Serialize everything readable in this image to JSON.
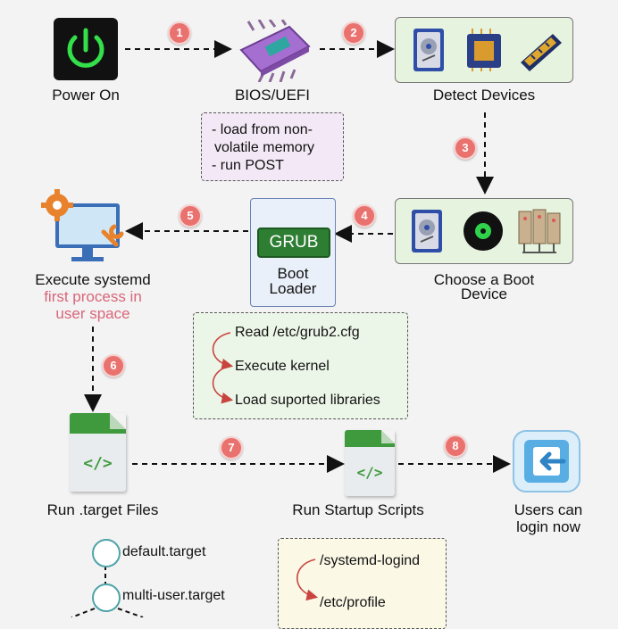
{
  "steps": {
    "power_on": "Power On",
    "bios": "BIOS/UEFI",
    "detect": "Detect Devices",
    "choose_line1": "Choose a Boot",
    "choose_line2": "Device",
    "grub_label": "GRUB",
    "boot_line1": "Boot",
    "boot_line2": "Loader",
    "systemd": "Execute systemd",
    "systemd_sub1": "first process in",
    "systemd_sub2": "user space",
    "run_target": "Run .target Files",
    "run_startup": "Run Startup Scripts",
    "users_line1": "Users can",
    "users_line2": "login now"
  },
  "badges": [
    "1",
    "2",
    "3",
    "4",
    "5",
    "6",
    "7",
    "8"
  ],
  "bios_note": [
    "- load from non-",
    "volatile memory",
    "- run POST"
  ],
  "grub_note": [
    "Read /etc/grub2.cfg",
    "Execute kernel",
    "Load suported libraries"
  ],
  "targets": [
    "default.target",
    "multi-user.target"
  ],
  "startup_note": [
    "/systemd-logind",
    "/etc/profile"
  ],
  "file_code": "</>",
  "colors": {
    "badge": "#e9726f",
    "systemd_sub": "#d9667a",
    "green": "#3f9a3d",
    "note_purple": "#f3e9f6",
    "note_green": "#ecf6e8",
    "note_yellow": "#fbf8e6"
  },
  "icons": [
    "power-icon",
    "chip-icon",
    "hard-drive-icon",
    "cpu-icon",
    "ram-icon",
    "disc-icon",
    "server-icon",
    "gear-monitor-icon",
    "file-code-icon",
    "login-icon"
  ]
}
